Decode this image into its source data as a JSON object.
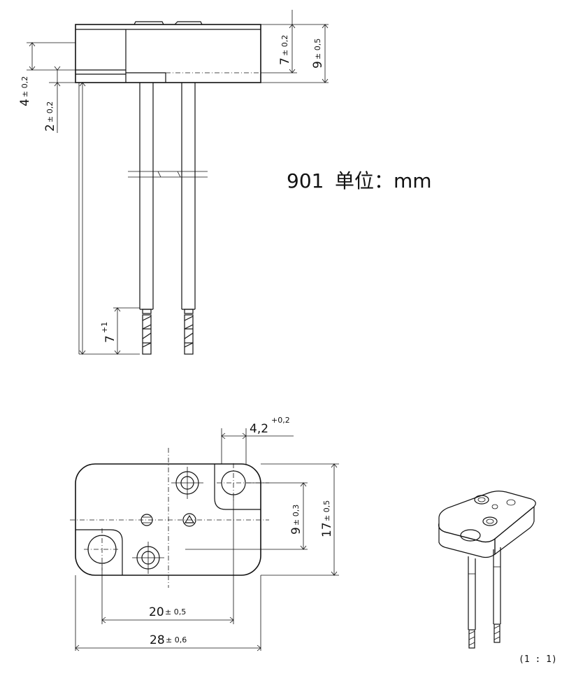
{
  "title": {
    "model": "901",
    "unit_label": "单位：mm"
  },
  "side_view": {
    "dims": [
      {
        "id": "d-7",
        "base": "7",
        "tol": "± 0,2"
      },
      {
        "id": "d-9",
        "base": "9",
        "tol": "± 0,5"
      },
      {
        "id": "d-4",
        "base": "4",
        "tol": "± 0,2"
      },
      {
        "id": "d-2",
        "base": "2",
        "tol": "± 0,2"
      },
      {
        "id": "d-7plus",
        "base": "7",
        "tol": "+1"
      }
    ]
  },
  "top_view": {
    "dims": [
      {
        "id": "d-4-2",
        "base": "4,2",
        "tol": "+0,2"
      },
      {
        "id": "d-9v",
        "base": "9",
        "tol": "± 0,3"
      },
      {
        "id": "d-17",
        "base": "17",
        "tol": "± 0,5"
      },
      {
        "id": "d-20",
        "base": "20",
        "tol": "± 0,5"
      },
      {
        "id": "d-28",
        "base": "28",
        "tol": "± 0,6"
      }
    ]
  },
  "scale_label": "(1 : 1)"
}
